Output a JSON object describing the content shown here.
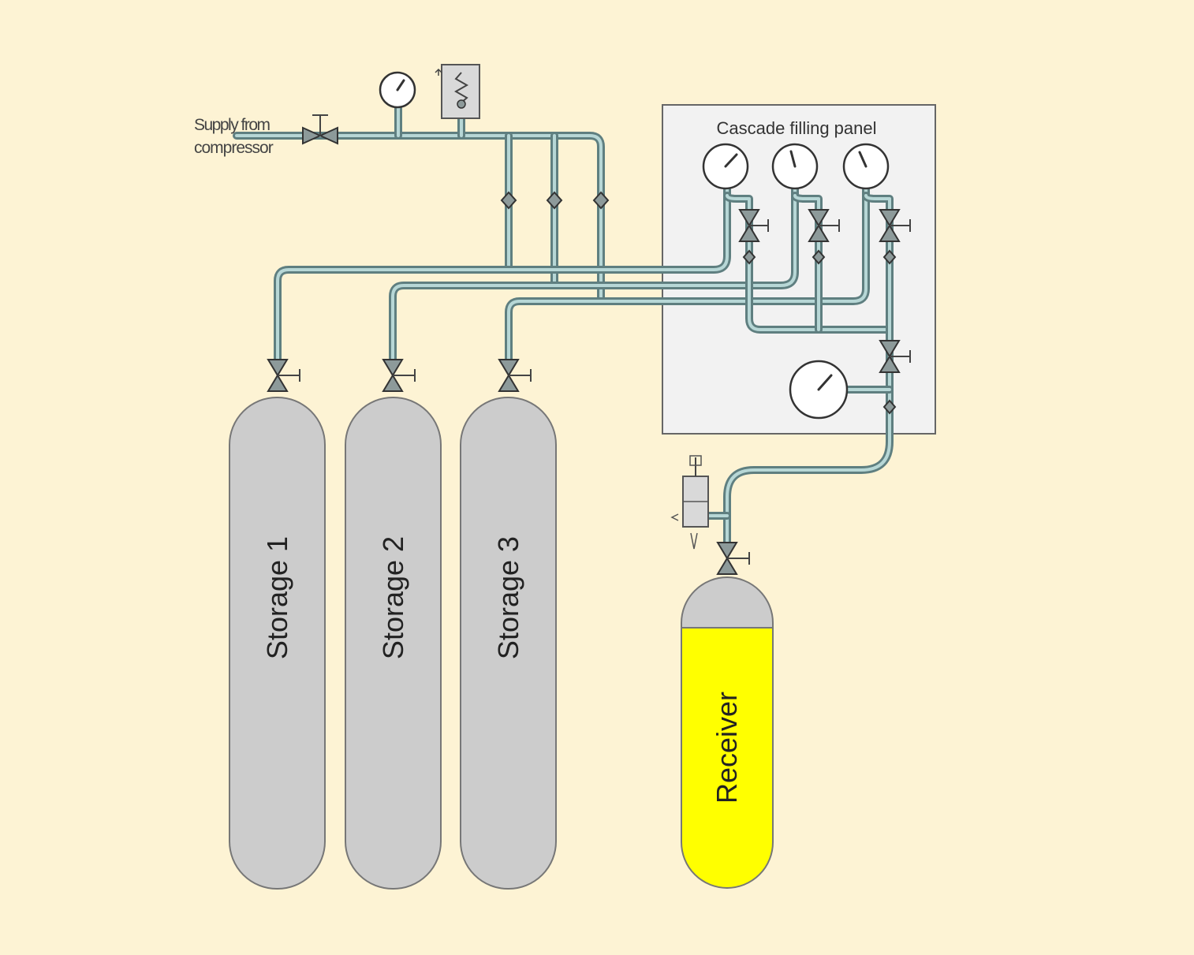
{
  "supply": {
    "line1": "Supply from",
    "line2": "compressor"
  },
  "panel": {
    "title": "Cascade filling panel"
  },
  "storage": [
    {
      "label": "Storage 1"
    },
    {
      "label": "Storage 2"
    },
    {
      "label": "Storage 3"
    }
  ],
  "receiver": {
    "label": "Receiver"
  },
  "colors": {
    "background": "#fdf3d4",
    "pipe": "#5f7f80",
    "pipe_fill": "#b7d7d6",
    "cylinder": "#cccccc",
    "receiver_fill": "#ffff00",
    "panel": "#f2f2f2"
  },
  "icons": [
    "pressure-gauge-icon",
    "check-valve-icon",
    "needle-valve-icon",
    "relief-valve-icon",
    "bleed-valve-icon"
  ]
}
